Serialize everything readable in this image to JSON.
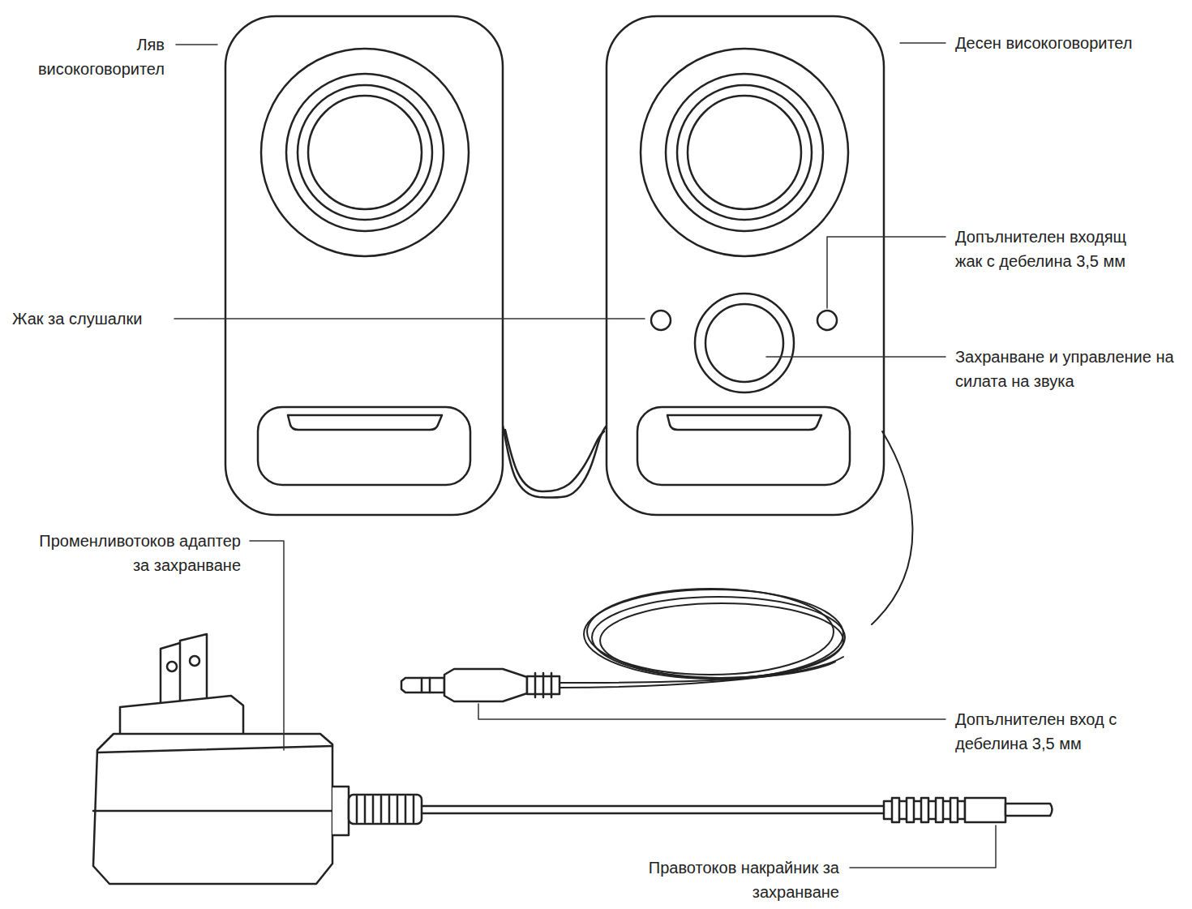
{
  "diagram": {
    "labels": [
      "Ляв високоговорител",
      "Десен високоговорител",
      "Допълнителен входящ жак с дебелина 3,5 мм",
      "Жак за слушалки",
      "Захранване и управление на силата на звука",
      "Променливотоков адаптер за захранване",
      "Допълнителен вход с дебелина 3,5 мм",
      "Правотоков накрайник за захранване"
    ]
  }
}
